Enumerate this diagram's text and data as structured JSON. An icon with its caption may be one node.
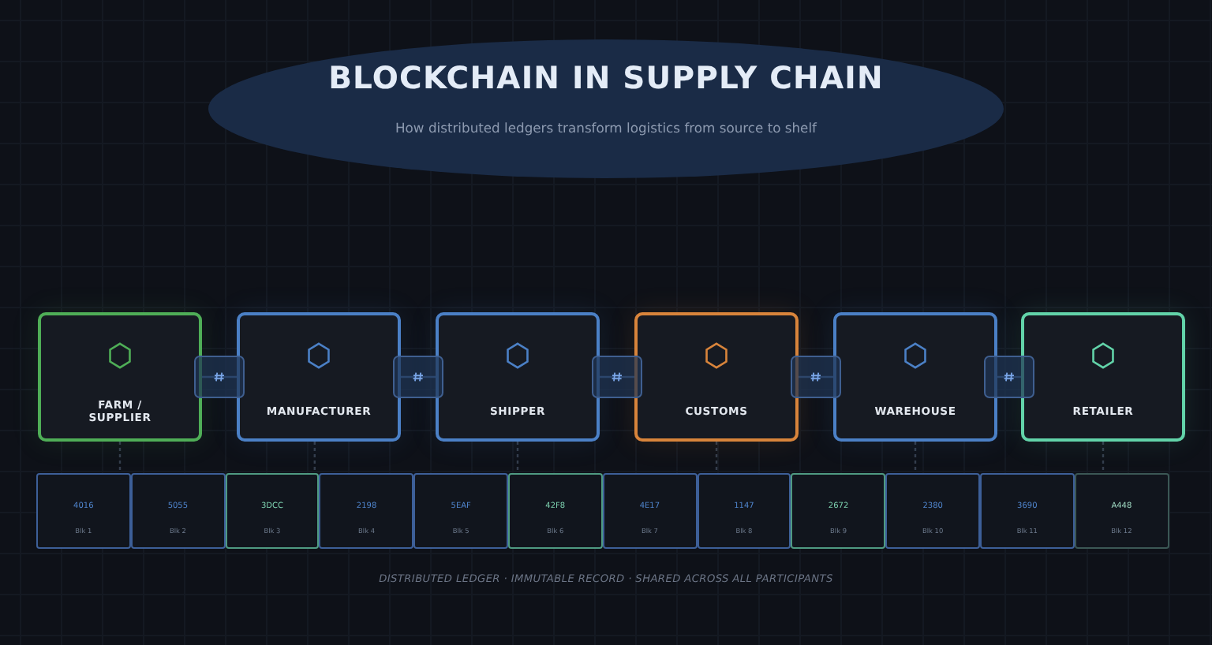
{
  "diagram": {
    "nodes": [
      {
        "text": [
          "BLOCKCHAIN IN SUPPLY CHAIN",
          "How distributed ledgers transform logistics from source to shelf"
        ]
      },
      {
        "text": [
          "FARM / SUPPLIER"
        ]
      },
      {
        "text": [
          "MANUFACTURER"
        ]
      },
      {
        "text": [
          "SHIPPER"
        ]
      },
      {
        "text": [
          "CUSTOMS"
        ]
      },
      {
        "text": [
          "WAREHOUSE"
        ]
      },
      {
        "text": [
          "RETAILER"
        ]
      },
      {
        "text": [
          "4016",
          "Blk 1"
        ]
      },
      {
        "text": [
          "5055",
          "Blk 2"
        ]
      },
      {
        "text": [
          "3DCC",
          "Blk 3"
        ]
      },
      {
        "text": [
          "2198",
          "Blk 4"
        ]
      },
      {
        "text": [
          "5EAF",
          "Blk 5"
        ]
      },
      {
        "text": [
          "42F8",
          "Blk 6"
        ]
      },
      {
        "text": [
          "4E17",
          "Blk 7"
        ]
      },
      {
        "text": [
          "1147",
          "Blk 8"
        ]
      },
      {
        "text": [
          "2672",
          "Blk 9"
        ]
      },
      {
        "text": [
          "2380",
          "Blk 10"
        ]
      },
      {
        "text": [
          "3690",
          "Blk 11"
        ]
      },
      {
        "text": [
          "A448",
          "Blk 12"
        ]
      }
    ],
    "edges": [
      {
        "from": 1,
        "to": 2,
        "arrow": "none"
      },
      {
        "from": 2,
        "to": 3,
        "arrow": "none"
      },
      {
        "from": 3,
        "to": 4,
        "arrow": "none"
      },
      {
        "from": 4,
        "to": 5,
        "arrow": "none"
      },
      {
        "from": 5,
        "to": 6,
        "arrow": "none"
      },
      {
        "from": 1,
        "to": 7,
        "arrow": "none",
        "style": "dashed",
        "color": "#343d4c"
      },
      {
        "from": 2,
        "to": 9,
        "arrow": "none",
        "style": "dashed",
        "color": "#343d4c"
      },
      {
        "from": 3,
        "to": 12,
        "arrow": "none",
        "style": "dashed",
        "color": "#343d4c"
      },
      {
        "from": 4,
        "to": 14,
        "arrow": "none",
        "style": "dashed",
        "color": "#343d4c"
      },
      {
        "from": 5,
        "to": 16,
        "arrow": "none",
        "style": "dashed",
        "color": "#343d4c"
      },
      {
        "from": 6,
        "to": 18,
        "arrow": "none",
        "style": "dashed",
        "color": "#343d4c"
      }
    ],
    "labels": [
      "DISTRIBUTED LEDGER · IMMUTABLE RECORD · SHARED ACROSS ALL PARTICIPANTS"
    ]
  }
}
